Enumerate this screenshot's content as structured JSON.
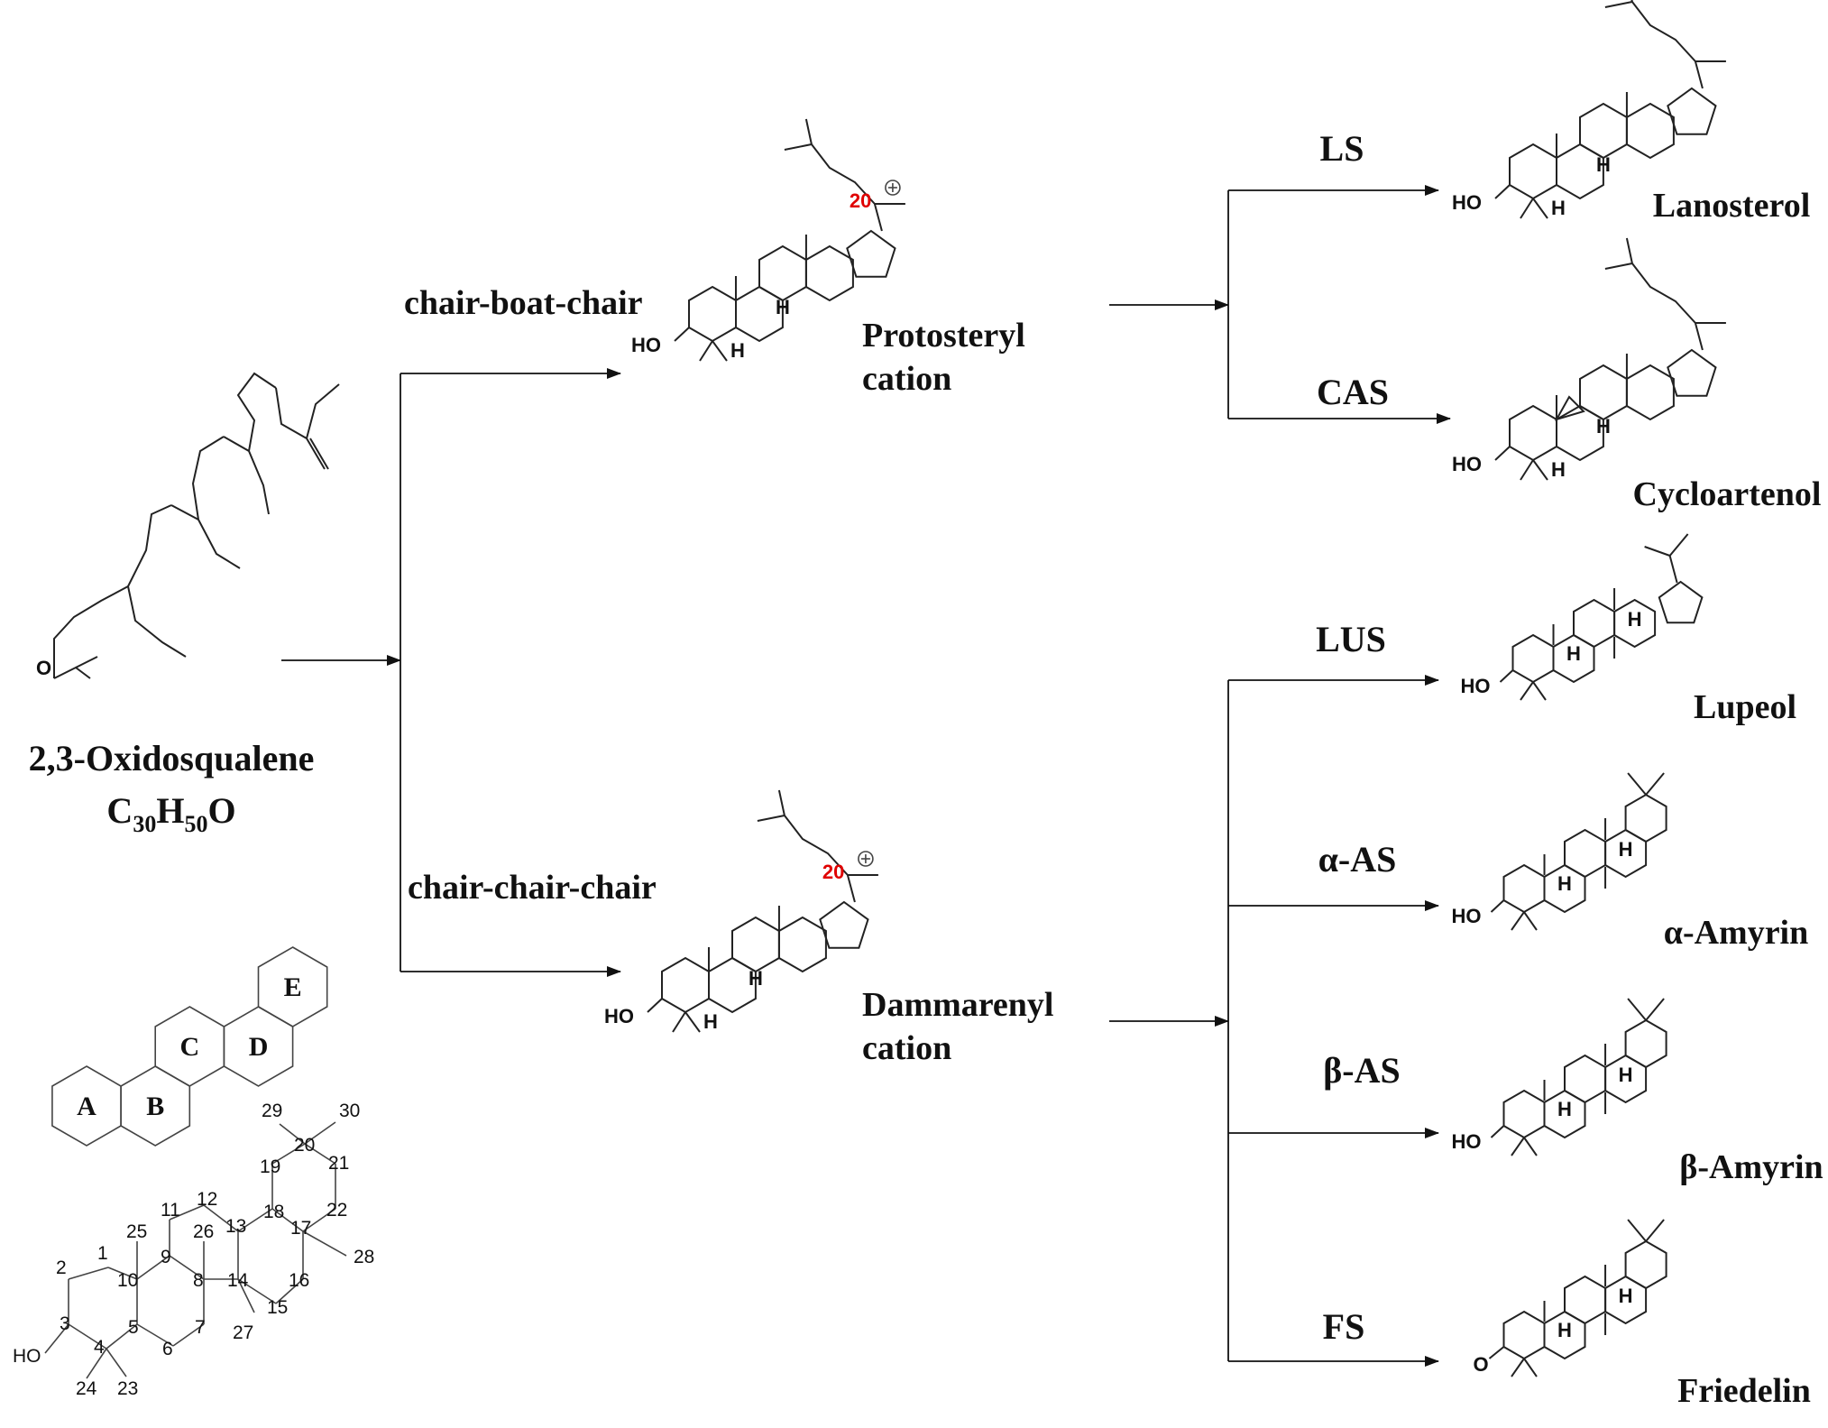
{
  "substrate": {
    "name": "2,3-Oxidosqualene",
    "formula_base": "C",
    "formula_c_sub": "30",
    "formula_h": "H",
    "formula_h_sub": "50",
    "formula_o": "O",
    "atom_o": "O"
  },
  "pathways": {
    "cbc": "chair-boat-chair",
    "ccc": "chair-chair-chair"
  },
  "intermediates": {
    "protosteryl": {
      "line1": "Protosteryl",
      "line2": "cation",
      "c20": "20",
      "atom_h": "H",
      "atom_ho": "HO"
    },
    "dammarenyl": {
      "line1": "Dammarenyl",
      "line2": "cation",
      "c20": "20",
      "atom_h": "H",
      "atom_ho": "HO"
    }
  },
  "enzymes": {
    "ls": "LS",
    "cas": "CAS",
    "lus": "LUS",
    "aas": "α-AS",
    "bas": "β-AS",
    "fs": "FS"
  },
  "products": {
    "lanosterol": "Lanosterol",
    "cycloartenol": "Cycloartenol",
    "lupeol": "Lupeol",
    "aamyrin": "α-Amyrin",
    "bamyrin": "β-Amyrin",
    "friedelin": "Friedelin",
    "atom_h": "H",
    "atom_ho": "HO",
    "atom_o": "O"
  },
  "scaffold": {
    "rings": [
      "A",
      "B",
      "C",
      "D",
      "E"
    ],
    "atom_ho": "HO",
    "numbers": [
      "1",
      "2",
      "3",
      "4",
      "5",
      "6",
      "7",
      "8",
      "9",
      "10",
      "11",
      "12",
      "13",
      "14",
      "15",
      "16",
      "17",
      "18",
      "19",
      "20",
      "21",
      "22",
      "23",
      "24",
      "25",
      "26",
      "27",
      "28",
      "29",
      "30"
    ]
  }
}
